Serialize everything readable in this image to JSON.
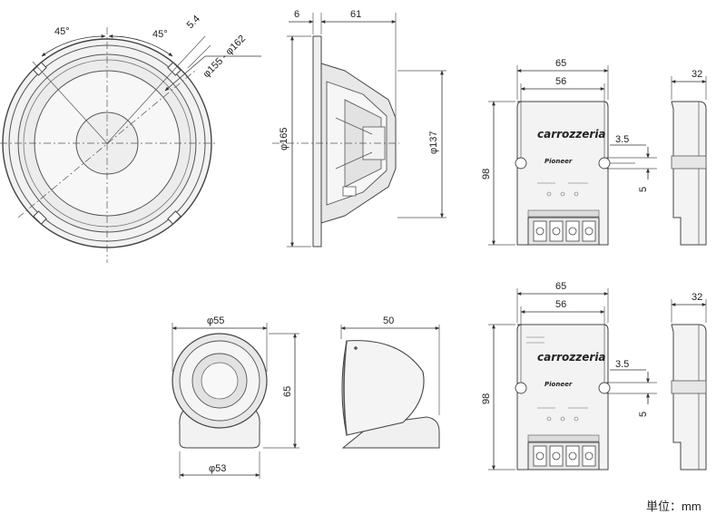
{
  "woofer": {
    "angle_left": "45°",
    "angle_right": "45°",
    "offset": "5.4",
    "mount_diameter": "φ155 - φ162",
    "depth_front": "6",
    "depth_body": "61",
    "outer_diameter": "φ165",
    "magnet_diameter": "φ137"
  },
  "network_top": {
    "width_total": "65",
    "width_holes": "56",
    "height": "98",
    "hole_diameter": "3.5",
    "hole_offset": "5",
    "side_depth": "32",
    "brand": "carrozzeria",
    "maker": "Pioneer"
  },
  "tweeter": {
    "head_diameter": "φ55",
    "height": "65",
    "base_diameter": "φ53",
    "depth": "50"
  },
  "network_bottom": {
    "width_total": "65",
    "width_holes": "56",
    "height": "98",
    "hole_diameter": "3.5",
    "hole_offset": "5",
    "side_depth": "32",
    "brand": "carrozzeria",
    "maker": "Pioneer"
  },
  "units_label": "単位：mm"
}
